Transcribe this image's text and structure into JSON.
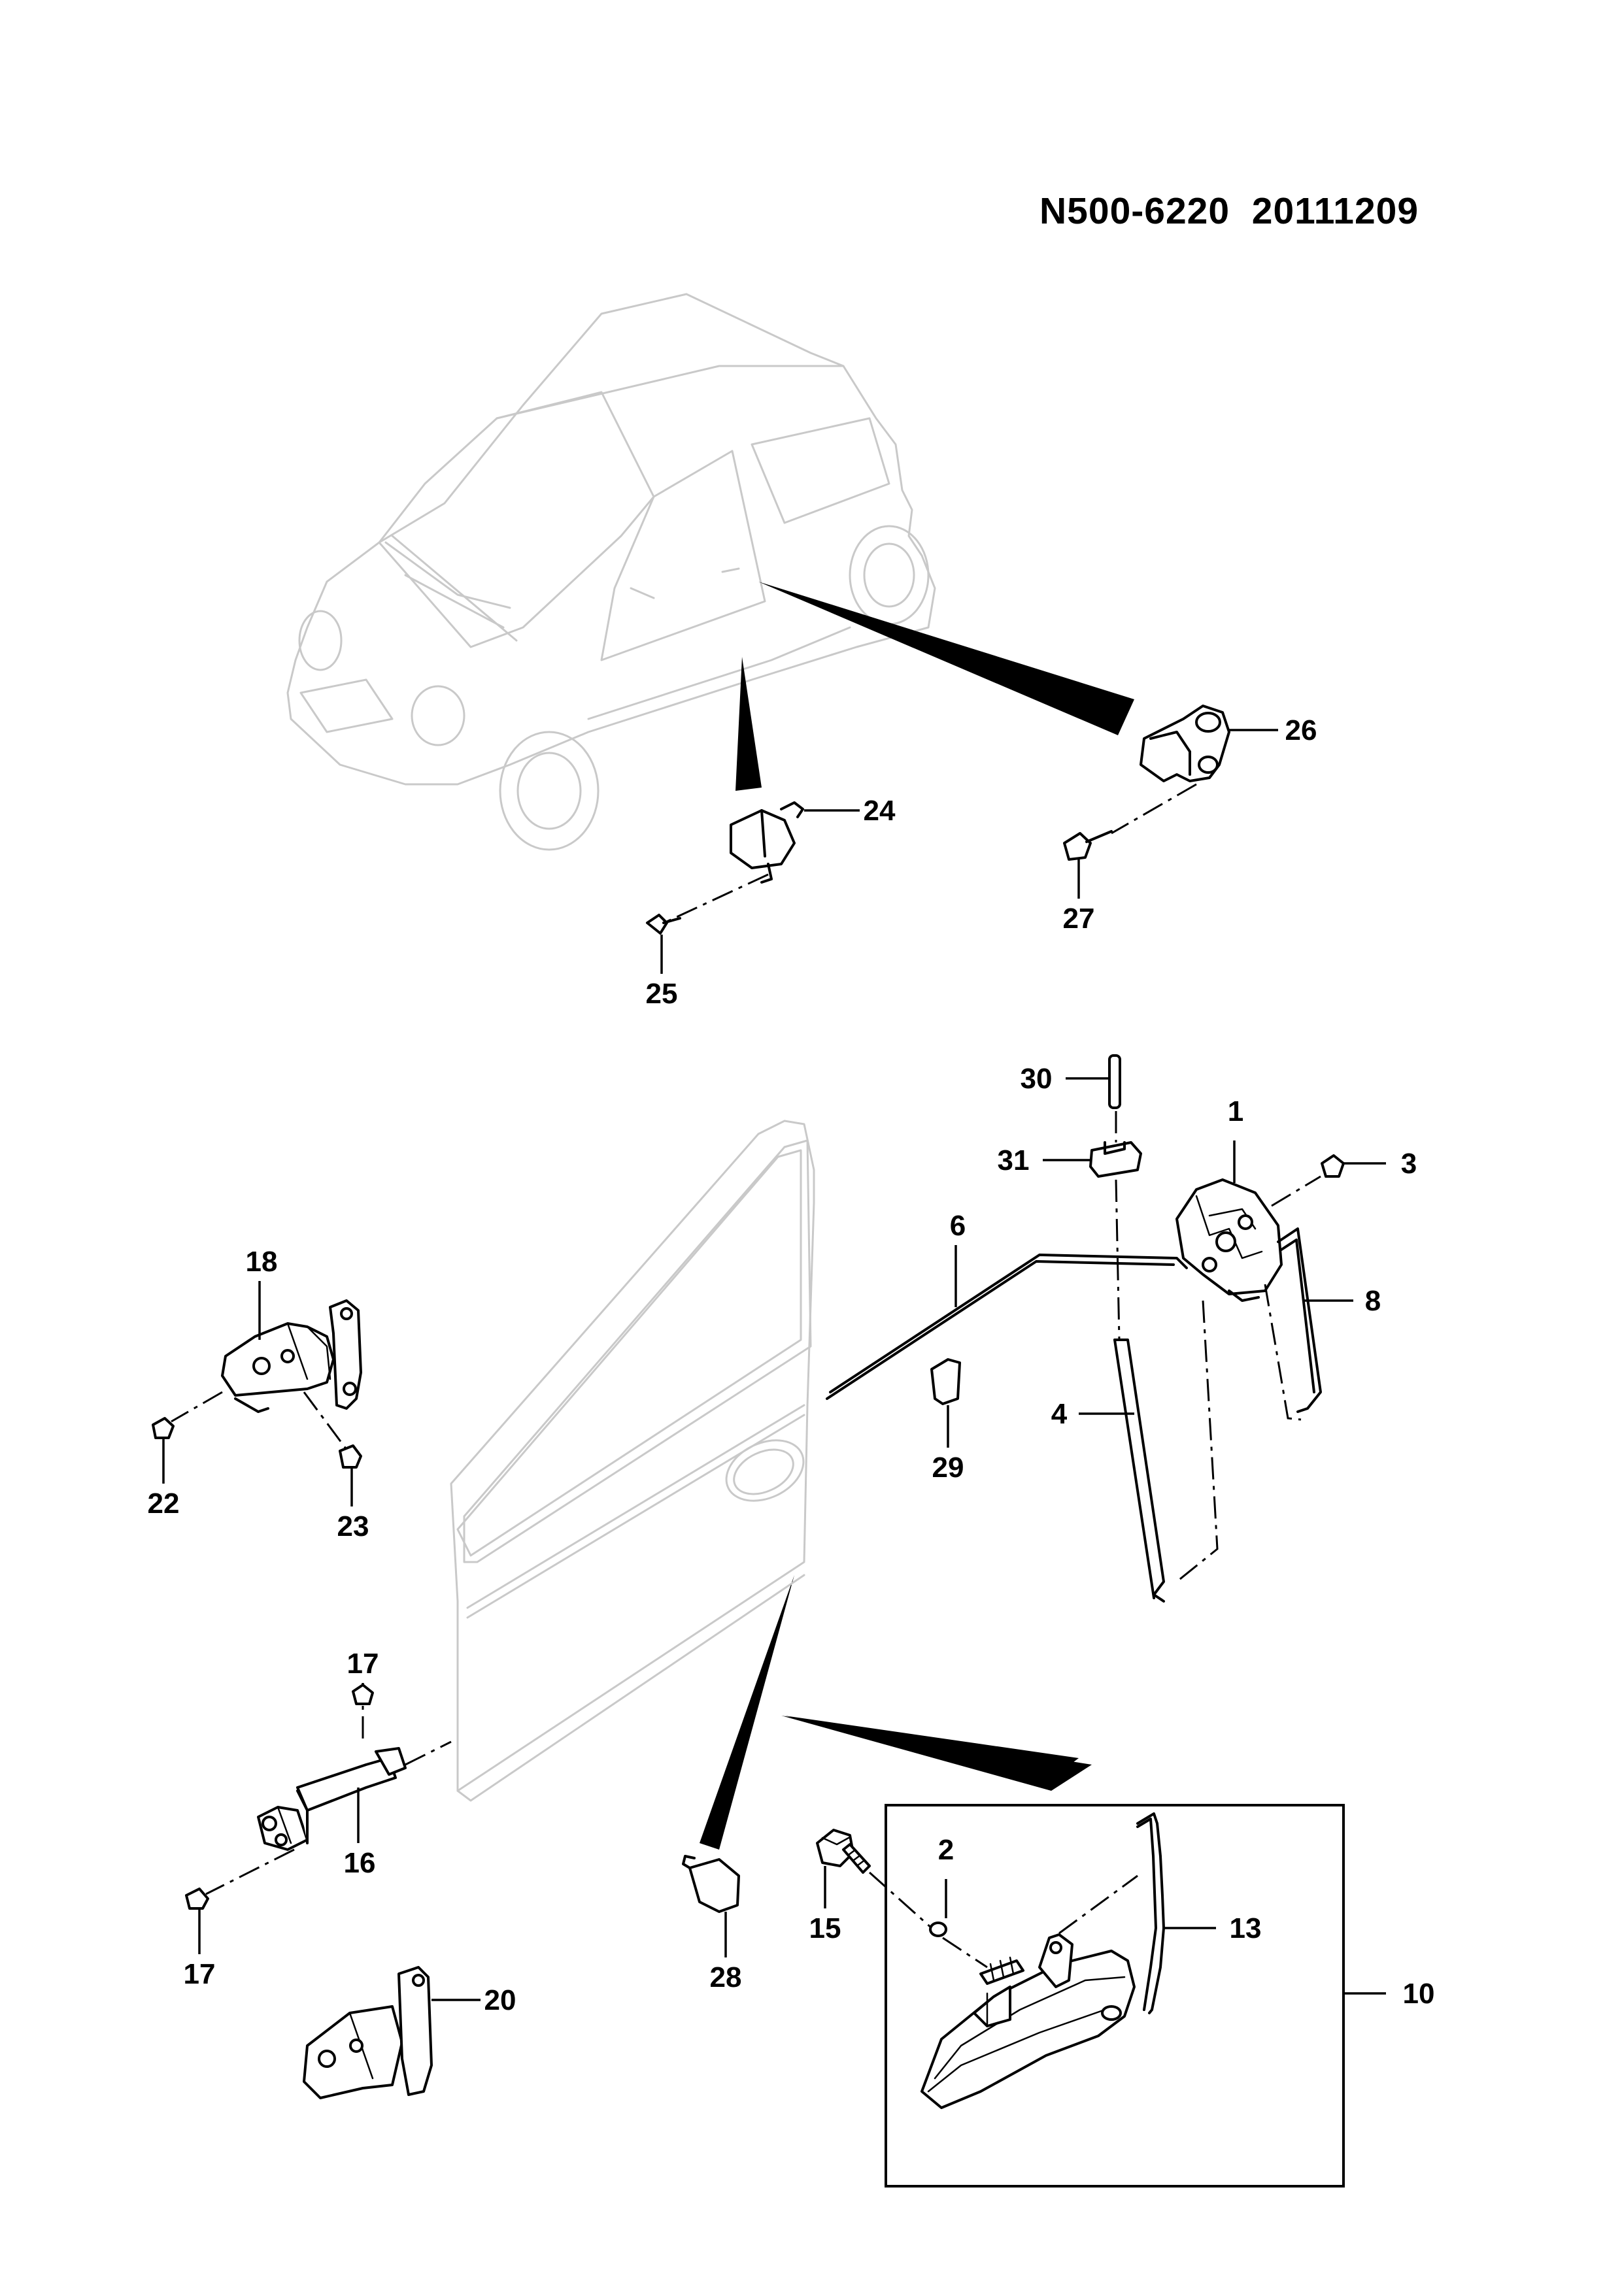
{
  "header": {
    "code": "N500-6220",
    "date": "20111209"
  },
  "callouts": {
    "p1": "1",
    "p2": "2",
    "p3": "3",
    "p4": "4",
    "p6": "6",
    "p8": "8",
    "p10": "10",
    "p13": "13",
    "p15": "15",
    "p16": "16",
    "p17a": "17",
    "p17b": "17",
    "p18": "18",
    "p20": "20",
    "p22": "22",
    "p23": "23",
    "p24": "24",
    "p25": "25",
    "p26": "26",
    "p27": "27",
    "p28": "28",
    "p29": "29",
    "p30": "30",
    "p31": "31"
  },
  "colors": {
    "ink": "#000000",
    "vehicle_outline": "#c9c9c9",
    "background": "#ffffff"
  }
}
